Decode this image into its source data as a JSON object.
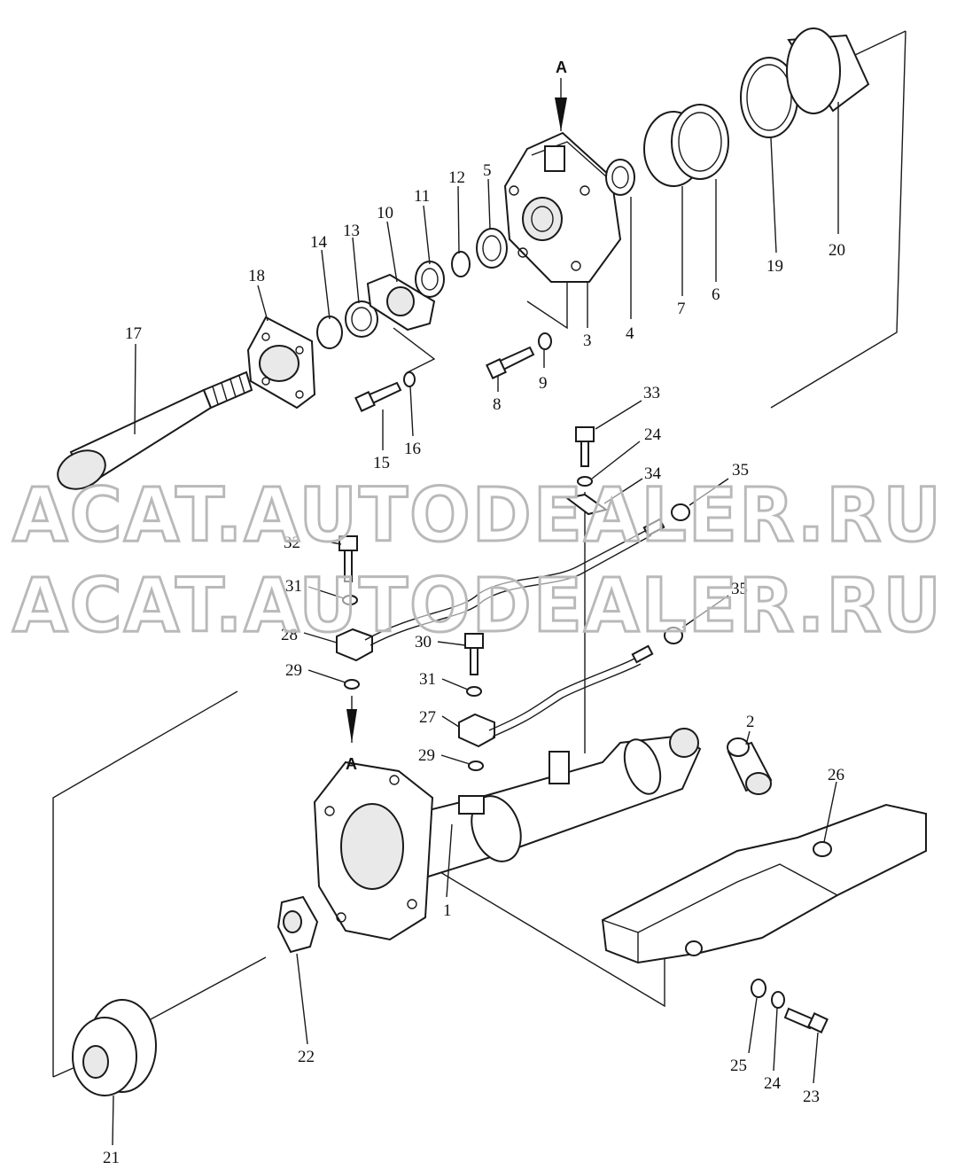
{
  "watermark": "ACAT.AUTODEALER.RU",
  "section_marker": "A",
  "part_numbers": [
    "1",
    "2",
    "3",
    "4",
    "5",
    "6",
    "7",
    "8",
    "9",
    "10",
    "11",
    "12",
    "13",
    "14",
    "15",
    "16",
    "17",
    "18",
    "19",
    "20",
    "21",
    "22",
    "23",
    "24",
    "24",
    "25",
    "26",
    "27",
    "28",
    "29",
    "29",
    "30",
    "31",
    "31",
    "32",
    "33",
    "34",
    "35",
    "35"
  ]
}
